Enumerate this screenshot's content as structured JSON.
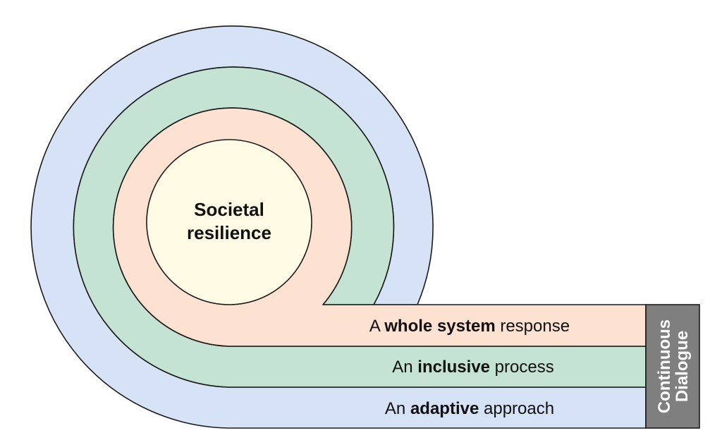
{
  "center": {
    "line1": "Societal",
    "line2": "resilience"
  },
  "bands": [
    {
      "prefix": "A ",
      "emphasis": "whole system",
      "suffix": " response",
      "color": "#fde2d2"
    },
    {
      "prefix": "An ",
      "emphasis": "inclusive",
      "suffix": " process",
      "color": "#c4e3d3"
    },
    {
      "prefix": "An ",
      "emphasis": "adaptive",
      "suffix": " approach",
      "color": "#d6e3f7"
    }
  ],
  "center_color": "#fffbe4",
  "dialogue": {
    "line1": "Continuous",
    "line2": "Dialogue",
    "color": "#7f7f7f"
  },
  "stroke_color": "#1a1a1a"
}
